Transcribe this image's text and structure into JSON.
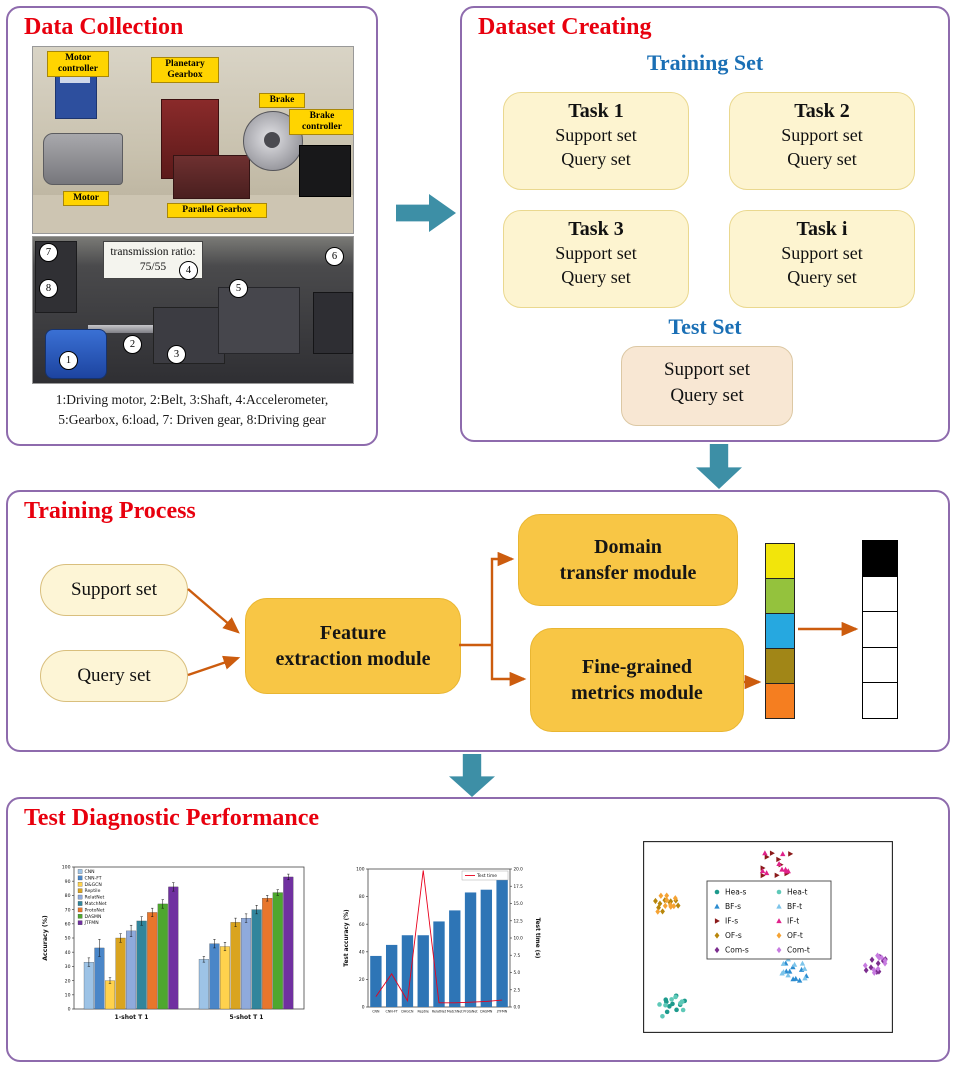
{
  "data_collection": {
    "title": "Data Collection",
    "labels": {
      "motor_controller": "Motor controller",
      "planetary_gearbox": "Planetary Gearbox",
      "brake": "Brake",
      "brake_controller": "Brake controller",
      "motor": "Motor",
      "parallel_gearbox": "Parallel Gearbox"
    },
    "transmission_note": "transmission ratio: 75/55",
    "markers": [
      "1",
      "2",
      "3",
      "4",
      "5",
      "6",
      "7",
      "8"
    ],
    "caption_line1": "1:Driving motor, 2:Belt, 3:Shaft, 4:Accelerometer,",
    "caption_line2": "5:Gearbox, 6:load, 7: Driven gear, 8:Driving gear"
  },
  "dataset_creating": {
    "title": "Dataset Creating",
    "training_set": "Training Set",
    "tasks": [
      {
        "name": "Task 1",
        "line1": "Support set",
        "line2": "Query set"
      },
      {
        "name": "Task 2",
        "line1": "Support set",
        "line2": "Query set"
      },
      {
        "name": "Task 3",
        "line1": "Support set",
        "line2": "Query set"
      },
      {
        "name": "Task i",
        "line1": "Support set",
        "line2": "Query set"
      }
    ],
    "test_set": "Test Set",
    "test_box": {
      "line1": "Support set",
      "line2": "Query set"
    }
  },
  "training_process": {
    "title": "Training Process",
    "support": "Support set",
    "query": "Query set",
    "feature_line1": "Feature",
    "feature_line2": "extraction module",
    "domain_line1": "Domain",
    "domain_line2": "transfer module",
    "metrics_line1": "Fine-grained",
    "metrics_line2": "metrics module",
    "class_colors": [
      "#f2e50b",
      "#94c23d",
      "#26a8e0",
      "#a18617",
      "#f57e20"
    ],
    "output_colors": [
      "#000000",
      "#ffffff",
      "#ffffff",
      "#ffffff",
      "#ffffff"
    ]
  },
  "test_performance": {
    "title": "Test Diagnostic Performance"
  },
  "chart_data": [
    {
      "type": "bar",
      "ylabel": "Accuracy (%)",
      "ylim": [
        0,
        100
      ],
      "ytick_step": 10,
      "categories": [
        "1-shot T 1",
        "5-shot T 1"
      ],
      "series": [
        {
          "name": "CNN",
          "color": "#9dc3e6",
          "values": [
            33,
            35
          ],
          "err": [
            3,
            2
          ]
        },
        {
          "name": "CNN-FT",
          "color": "#4a86c8",
          "values": [
            43,
            46
          ],
          "err": [
            6,
            3
          ]
        },
        {
          "name": "D&GCN",
          "color": "#ffd24d",
          "values": [
            20,
            44
          ],
          "err": [
            2,
            3
          ]
        },
        {
          "name": "Reptile",
          "color": "#d9a420",
          "values": [
            50,
            61
          ],
          "err": [
            3,
            3
          ]
        },
        {
          "name": "RelatNet",
          "color": "#8faadc",
          "values": [
            55,
            64
          ],
          "err": [
            4,
            3
          ]
        },
        {
          "name": "MatchNet",
          "color": "#31859c",
          "values": [
            62,
            70
          ],
          "err": [
            3,
            3
          ]
        },
        {
          "name": "ProtoNet",
          "color": "#e8762c",
          "values": [
            68,
            78
          ],
          "err": [
            3,
            2
          ]
        },
        {
          "name": "DASMN",
          "color": "#4ea72e",
          "values": [
            74,
            82
          ],
          "err": [
            3,
            2
          ]
        },
        {
          "name": "JTFMN",
          "color": "#7030a0",
          "values": [
            86,
            93
          ],
          "err": [
            3,
            2
          ]
        }
      ],
      "legend_position": "upper-left",
      "grid": false
    },
    {
      "type": "bar+line",
      "ylabel_left": "Test accuracy (%)",
      "ylabel_right": "Test time (s)",
      "ylim_left": [
        0,
        100
      ],
      "ylim_right": [
        0,
        20
      ],
      "categories": [
        "CNN",
        "CNN-FT",
        "DAGCN",
        "Reptile",
        "RelatNet",
        "MatchNet",
        "ProtoNet",
        "DASMN",
        "JTFMN"
      ],
      "bar_values": [
        37,
        45,
        52,
        52,
        62,
        70,
        83,
        85,
        95
      ],
      "bar_color": "#2e75b6",
      "line": {
        "name": "Test time",
        "color": "#e8001c",
        "values": [
          1.5,
          4.8,
          0.9,
          19.8,
          0.6,
          0.6,
          0.7,
          0.8,
          1.0
        ]
      },
      "right_ticks": [
        "0.0",
        "2.5",
        "5.0",
        "7.5",
        "10.0",
        "12.5",
        "15.0",
        "17.5",
        "20.0"
      ],
      "legend_position": "upper-right",
      "grid": false
    },
    {
      "type": "scatter",
      "legend": [
        {
          "name": "Hea-s",
          "color": "#1d9a8c",
          "marker": "circle"
        },
        {
          "name": "BF-s",
          "color": "#2b8cd0",
          "marker": "triangle"
        },
        {
          "name": "IF-s",
          "color": "#8b1a1a",
          "marker": "triangle-right"
        },
        {
          "name": "OF-s",
          "color": "#b8860b",
          "marker": "diamond"
        },
        {
          "name": "Com-s",
          "color": "#7b2d8e",
          "marker": "diamond"
        },
        {
          "name": "Hea-t",
          "color": "#5ec9b8",
          "marker": "circle"
        },
        {
          "name": "BF-t",
          "color": "#7cc4ea",
          "marker": "triangle"
        },
        {
          "name": "IF-t",
          "color": "#e0218a",
          "marker": "triangle"
        },
        {
          "name": "OF-t",
          "color": "#f5a333",
          "marker": "diamond"
        },
        {
          "name": "Com-t",
          "color": "#c77be0",
          "marker": "diamond"
        }
      ],
      "clusters": [
        {
          "label": "IF",
          "cx": 0.53,
          "cy": 0.12,
          "spread": 0.05,
          "members": [
            "IF-s",
            "IF-t"
          ]
        },
        {
          "label": "OF",
          "cx": 0.1,
          "cy": 0.33,
          "spread": 0.045,
          "members": [
            "OF-s",
            "OF-t"
          ]
        },
        {
          "label": "Hea",
          "cx": 0.12,
          "cy": 0.86,
          "spread": 0.045,
          "members": [
            "Hea-s",
            "Hea-t"
          ]
        },
        {
          "label": "BF",
          "cx": 0.6,
          "cy": 0.67,
          "spread": 0.05,
          "members": [
            "BF-s",
            "BF-t"
          ]
        },
        {
          "label": "Com",
          "cx": 0.93,
          "cy": 0.64,
          "spread": 0.04,
          "members": [
            "Com-s",
            "Com-t"
          ]
        }
      ],
      "legend_position": "center",
      "grid": false
    }
  ]
}
